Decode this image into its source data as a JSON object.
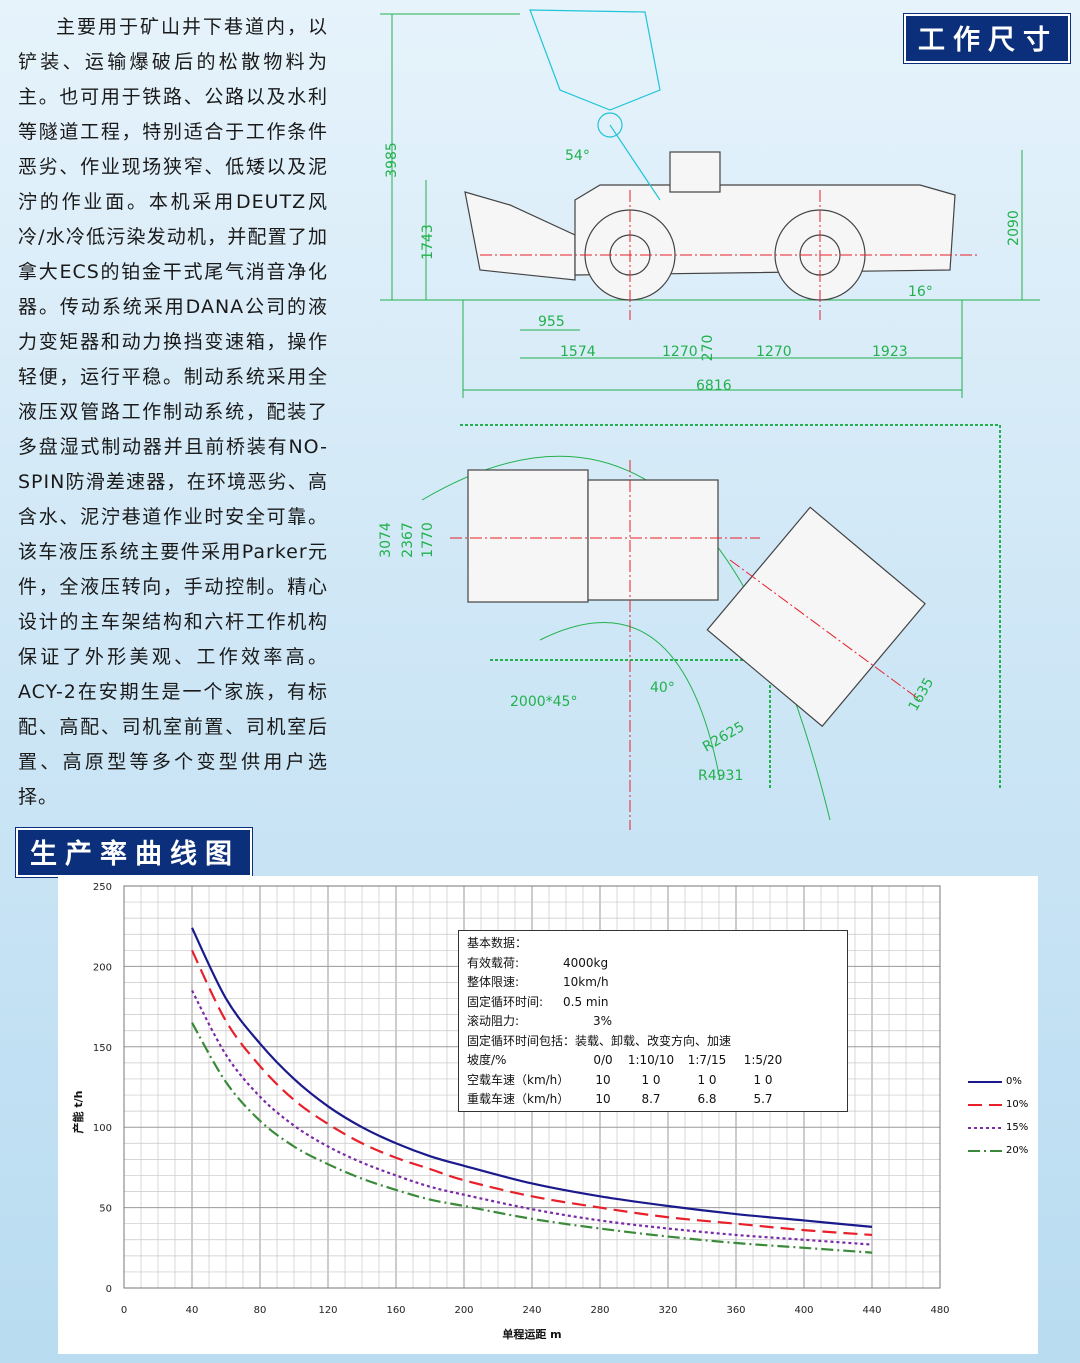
{
  "intro": {
    "text": "主要用于矿山井下巷道内，以铲装、运输爆破后的松散物料为主。也可用于铁路、公路以及水利等隧道工程，特别适合于工作条件恶劣、作业现场狭窄、低矮以及泥泞的作业面。本机采用DEUTZ风冷/水冷低污染发动机，并配置了加拿大ECS的铂金干式尾气消音净化器。传动系统采用DANA公司的液力变矩器和动力换挡变速箱，操作轻便，运行平稳。制动系统采用全液压双管路工作制动系统，配装了多盘湿式制动器并且前桥装有NO-SPIN防滑差速器，在环境恶劣、高含水、泥泞巷道作业时安全可靠。该车液压系统主要件采用Parker元件，全液压转向，手动控制。精心设计的主车架结构和六杆工作机构保证了外形美观、工作效率高。ACY-2在安期生是一个家族，有标配、高配、司机室前置、司机室后置、高原型等多个变型供用户选择。"
  },
  "sections": {
    "dims_title": "工作尺寸",
    "curve_title": "生产率曲线图"
  },
  "dimensions": {
    "side": [
      "3985",
      "1743",
      "2090",
      "54°",
      "16°",
      "955",
      "270",
      "1574",
      "1270",
      "1270",
      "1923",
      "6816"
    ],
    "top": [
      "3074",
      "2367",
      "1770",
      "40°",
      "2000*45°",
      "R2625",
      "R4931",
      "1635"
    ]
  },
  "colors": {
    "dim_green": "#22b14c",
    "center_red": "#e8202a",
    "bucket_cyan": "#22c4d8",
    "valve_magenta": "#d12bd1",
    "title_bg": "#0b2f7a"
  },
  "chart_data": {
    "type": "line",
    "xlabel": "单程运距 m",
    "ylabel": "产能 t/h",
    "xlim": [
      0,
      480
    ],
    "ylim": [
      0,
      250
    ],
    "xticks": [
      0,
      40,
      80,
      120,
      160,
      200,
      240,
      280,
      320,
      360,
      400,
      440,
      480
    ],
    "yticks": [
      0,
      50,
      100,
      150,
      200,
      250
    ],
    "grid": true,
    "legend": "right",
    "x": [
      40,
      60,
      80,
      100,
      120,
      140,
      160,
      180,
      200,
      240,
      280,
      320,
      360,
      400,
      440
    ],
    "series": [
      {
        "name": "0%",
        "color": "#1a1a8c",
        "dash": "",
        "values": [
          224,
          180,
          152,
          130,
          113,
          100,
          90,
          82,
          76,
          65,
          57,
          51,
          46,
          42,
          38
        ]
      },
      {
        "name": "10%",
        "color": "#e8202a",
        "dash": "14,7",
        "values": [
          210,
          166,
          138,
          117,
          102,
          90,
          81,
          74,
          67,
          57,
          50,
          44,
          40,
          36,
          33
        ]
      },
      {
        "name": "15%",
        "color": "#7a2aa8",
        "dash": "3,3",
        "values": [
          185,
          145,
          119,
          101,
          88,
          78,
          70,
          63,
          58,
          49,
          42,
          37,
          33,
          30,
          27
        ]
      },
      {
        "name": "20%",
        "color": "#3a8a3a",
        "dash": "12,4,2,4",
        "values": [
          165,
          128,
          104,
          88,
          77,
          68,
          61,
          55,
          51,
          43,
          37,
          32,
          28,
          25,
          22
        ]
      }
    ],
    "info_box": {
      "title": "基本数据：",
      "rows": [
        {
          "label": "有效载荷:",
          "value": "4000kg"
        },
        {
          "label": "整体限速:",
          "value": "10km/h"
        },
        {
          "label": "固定循环时间:",
          "value": "0.5 min"
        },
        {
          "label": "滚动阻力:",
          "value": "3%"
        }
      ],
      "cycle_note": "固定循环时间包括：装载、卸载、改变方向、加速",
      "slope_label": "坡度/%",
      "slopes": [
        "0/0",
        "1:10/10",
        "1:7/15",
        "1:5/20"
      ],
      "empty_label": "空载车速（km/h）",
      "empty_speeds": [
        "10",
        "1 0",
        "1 0",
        "1 0"
      ],
      "loaded_label": "重载车速（km/h）",
      "loaded_speeds": [
        "10",
        "8.7",
        "6.8",
        "5.7"
      ]
    }
  }
}
